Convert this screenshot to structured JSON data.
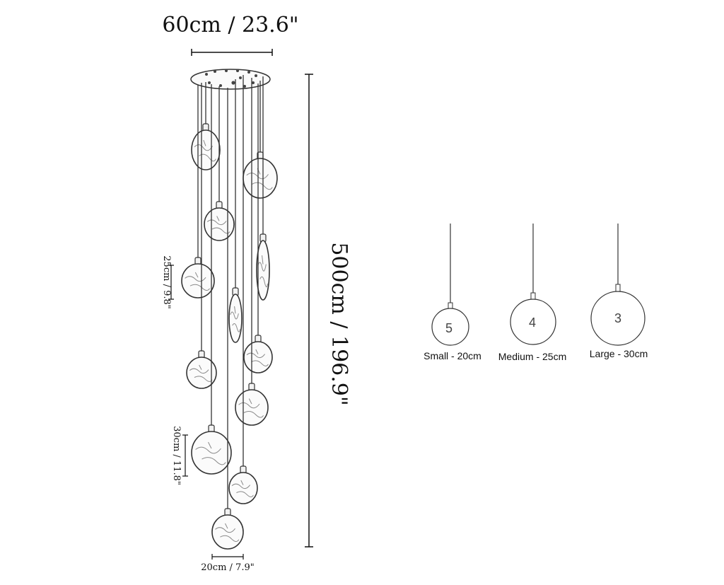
{
  "dimensions": {
    "width_label": "60cm / 23.6\"",
    "height_label": "500cm / 196.9\"",
    "small_globe_label": "20cm / 7.9\"",
    "globe_25_label": "25cm / 9.8\"",
    "globe_30_label": "30cm / 11.8\""
  },
  "size_options": [
    {
      "number": "5",
      "label": "Small - 20cm"
    },
    {
      "number": "4",
      "label": "Medium - 25cm"
    },
    {
      "number": "3",
      "label": "Large - 30cm"
    }
  ],
  "colors": {
    "line": "#333333",
    "dim_line": "#111111",
    "crackle": "#8a8a8a"
  }
}
